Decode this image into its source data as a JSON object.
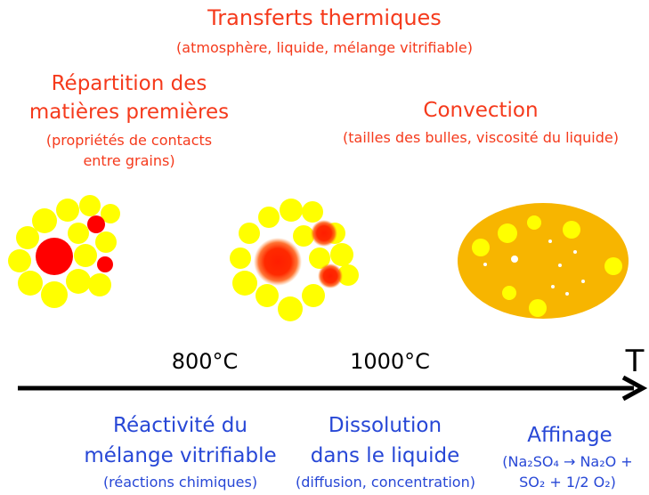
{
  "header": {
    "title": "Transferts thermiques",
    "subtitle": "(atmosphère, liquide, mélange vitrifiable)"
  },
  "left_top": {
    "title_line1": "Répartition des",
    "title_line2": "matières premières",
    "sub_line1": "(propriétés de contacts",
    "sub_line2": "entre grains)"
  },
  "right_top": {
    "title": "Convection",
    "sub": "(tailles des bulles, viscosité du liquide)"
  },
  "axis": {
    "temp1": "800°C",
    "temp2": "1000°C",
    "label": "T"
  },
  "bottom": {
    "left": {
      "line1": "Réactivité du",
      "line2": "mélange vitrifiable",
      "line3": "(réactions chimiques)"
    },
    "middle": {
      "line1": "Dissolution",
      "line2": "dans le liquide",
      "line3": "(diffusion, concentration)"
    },
    "right": {
      "line1": "Affinage",
      "line2": "(Na₂SO₄ → Na₂O +",
      "line3": "SO₂ + 1/2 O₂)"
    }
  },
  "colors": {
    "red_text": "#f53a1c",
    "blue_text": "#2747d6",
    "grain_yellow": "#ffff00",
    "grain_red": "#ff0000",
    "melt_orange": "#f7b500"
  }
}
